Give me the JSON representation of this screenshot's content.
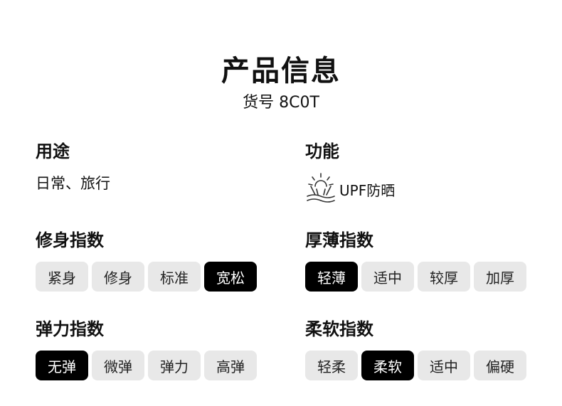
{
  "header": {
    "title": "产品信息",
    "sku": "货号 8C0T"
  },
  "usage": {
    "heading": "用途",
    "value": "日常、旅行"
  },
  "function": {
    "heading": "功能",
    "feature_label": "UPF防晒",
    "feature_icon": "sun-shield-icon"
  },
  "fit": {
    "heading": "修身指数",
    "options": [
      "紧身",
      "修身",
      "标准",
      "宽松"
    ],
    "selected": 3
  },
  "thickness": {
    "heading": "厚薄指数",
    "options": [
      "轻薄",
      "适中",
      "较厚",
      "加厚"
    ],
    "selected": 0
  },
  "elasticity": {
    "heading": "弹力指数",
    "options": [
      "无弹",
      "微弹",
      "弹力",
      "高弹"
    ],
    "selected": 0
  },
  "softness": {
    "heading": "柔软指数",
    "options": [
      "轻柔",
      "柔软",
      "适中",
      "偏硬"
    ],
    "selected": 1
  },
  "colors": {
    "chip_bg": "#e8e8e8",
    "chip_active_bg": "#000000",
    "chip_active_text": "#ffffff"
  }
}
